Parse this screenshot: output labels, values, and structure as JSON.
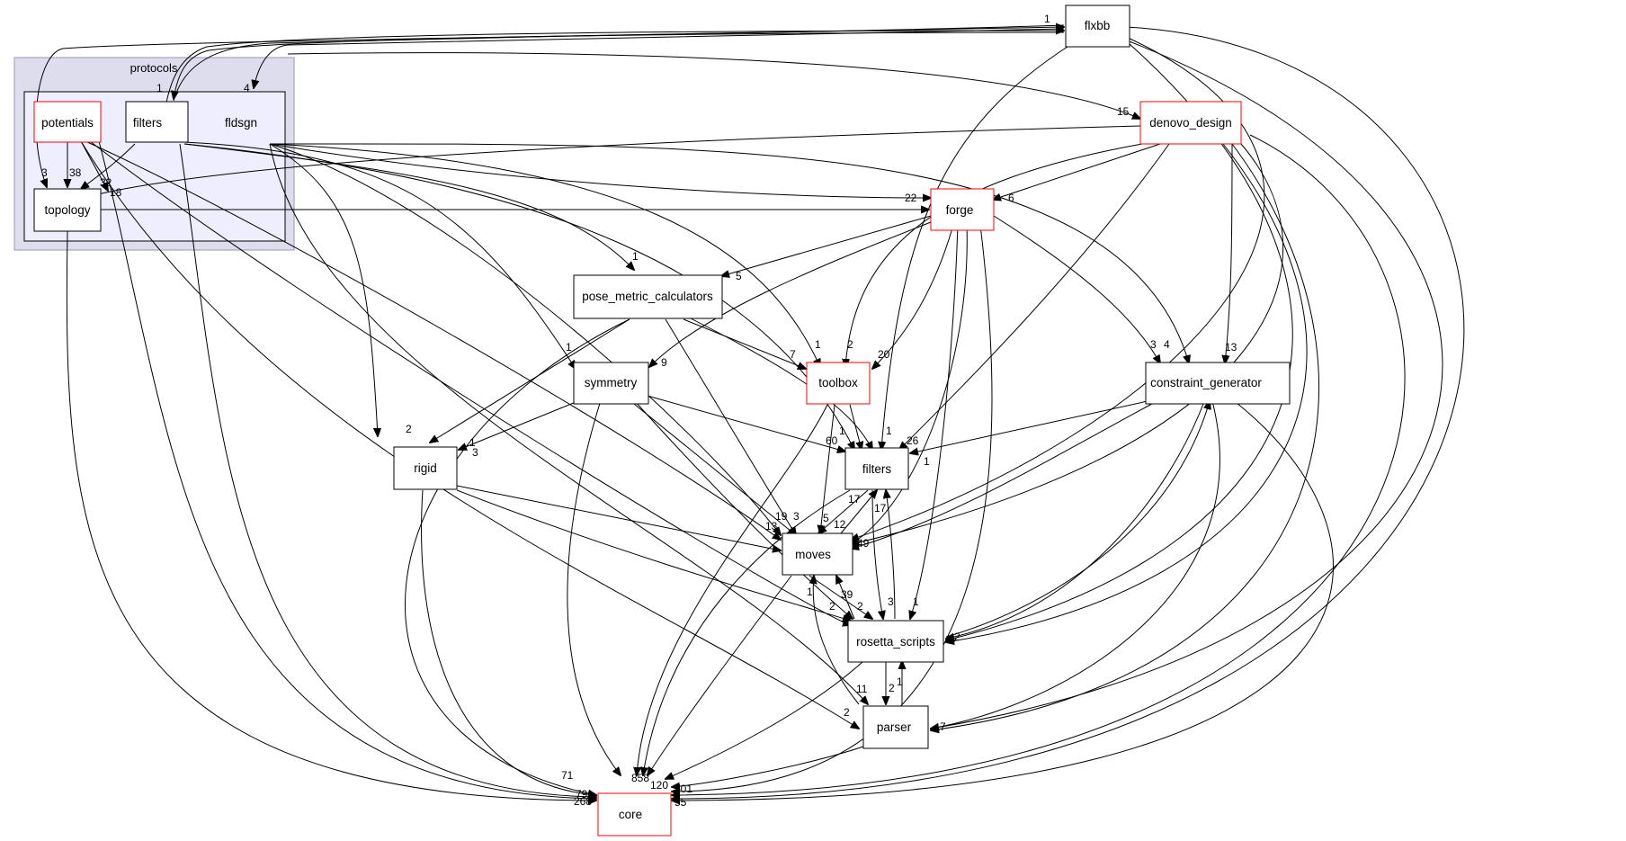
{
  "colors": {
    "outer_cluster_fill": "#ddddee",
    "outer_cluster_stroke": "#9797b1",
    "inner_cluster_fill": "#eeeeff",
    "inner_cluster_stroke": "#000000",
    "node_stroke": "#000000",
    "highlight_stroke": "#ff0000",
    "edge": "#000000",
    "background": "#ffffff"
  },
  "clusters": {
    "protocols": "protocols",
    "fldsgn": "fldsgn"
  },
  "nodes": {
    "potentials": "potentials",
    "filters_inner": "filters",
    "topology": "topology",
    "flxbb": "flxbb",
    "denovo_design": "denovo_design",
    "forge": "forge",
    "pose_metric_calculators": "pose_metric_calculators",
    "symmetry": "symmetry",
    "toolbox": "toolbox",
    "constraint_generator": "constraint_generator",
    "rigid": "rigid",
    "filters": "filters",
    "moves": "moves",
    "rosetta_scripts": "rosetta_scripts",
    "parser": "parser",
    "core": "core"
  },
  "edge_labels": [
    "1",
    "1",
    "4",
    "3",
    "38",
    "32",
    "18",
    "15",
    "22",
    "6",
    "1",
    "5",
    "1",
    "9",
    "7",
    "1",
    "2",
    "20",
    "3",
    "4",
    "13",
    "2",
    "1",
    "3",
    "60",
    "1",
    "1",
    "26",
    "1",
    "17",
    "17",
    "19",
    "3",
    "13",
    "5",
    "12",
    "49",
    "1",
    "2",
    "2",
    "39",
    "3",
    "1",
    "2",
    "11",
    "1",
    "2",
    "2",
    "7",
    "71",
    "858",
    "120",
    "101",
    "55",
    "268",
    "79"
  ]
}
